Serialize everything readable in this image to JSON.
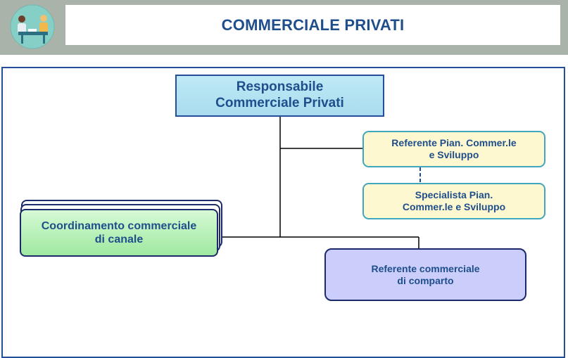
{
  "header": {
    "title": "COMMERCIALE PRIVATI",
    "icon": "meeting-people-icon",
    "band_color": "#a9b3a9",
    "title_color": "#1f4e8c"
  },
  "org_chart": {
    "root": "Responsabile\nCommerciale Privati",
    "nodes": {
      "referente_pian": "Referente Pian. Commer.le\ne Sviluppo",
      "specialista_pian": "Specialista  Pian.\nCommer.le e Sviluppo",
      "coordinamento": "Coordinamento commerciale\ndi canale",
      "referente_commerciale": "Referente commerciale\ndi comparto"
    },
    "colors": {
      "root_fill": "#bfe9f5",
      "staff_fill": "#fdf8cf",
      "coord_fill": "#b7f0b7",
      "comparto_fill": "#cbcdfa",
      "line": "#000000",
      "frame": "#234f9a"
    }
  }
}
